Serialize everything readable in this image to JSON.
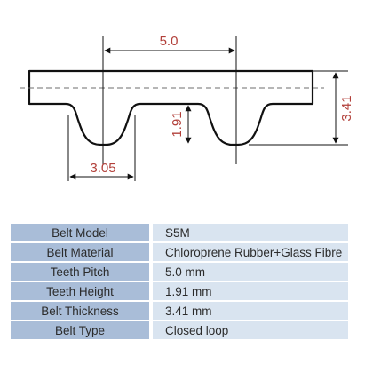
{
  "diagram": {
    "dimensions": {
      "pitch": "5.0",
      "thickness": "3.41",
      "tooth_height": "1.91",
      "tooth_width": "3.05"
    },
    "colors": {
      "outline": "#111111",
      "dimension_text": "#b2403a",
      "centerline": "#6e6e6e"
    }
  },
  "spec_table": {
    "rows": [
      {
        "label": "Belt Model",
        "value": "S5M"
      },
      {
        "label": "Belt Material",
        "value": "Chloroprene Rubber+Glass Fibre"
      },
      {
        "label": "Teeth Pitch",
        "value": "5.0 mm"
      },
      {
        "label": "Teeth Height",
        "value": "1.91 mm"
      },
      {
        "label": "Belt Thickness",
        "value": "3.41 mm"
      },
      {
        "label": "Belt Type",
        "value": "Closed loop"
      }
    ],
    "colors": {
      "label_bg": "#a9bdd8",
      "value_bg": "#d9e4f0"
    }
  }
}
